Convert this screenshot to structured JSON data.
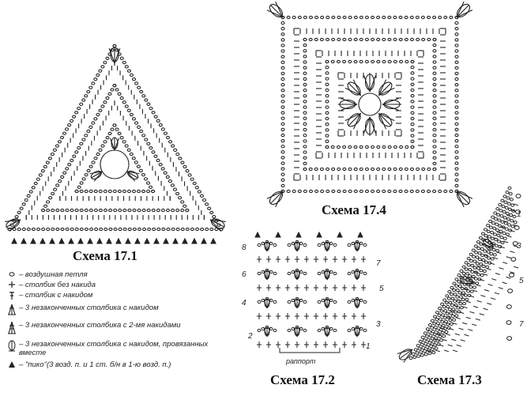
{
  "captions": {
    "s171": "Схема 17.1",
    "s172": "Схема 17.2",
    "s173": "Схема 17.3",
    "s174": "Схема 17.4"
  },
  "legend": [
    {
      "symbol": "chain-stitch",
      "text": "– воздушная петля"
    },
    {
      "symbol": "single-crochet",
      "text": "– столбик без накида"
    },
    {
      "symbol": "double-crochet",
      "text": "– столбик с накидом"
    },
    {
      "symbol": "cluster-3dc",
      "text": "– 3 незаконченных столбика с накидом"
    },
    {
      "symbol": "cluster-3tr",
      "text": "– 3 незаконченных столбика с 2-мя накидами"
    },
    {
      "symbol": "puff-3dc",
      "text": "– 3 незаконченных столбика с накидом, провязанных вместе"
    },
    {
      "symbol": "picot",
      "text": "– \"пико\"(3 возд. п. и 1 ст. б/н в 1-ю возд. п.)"
    }
  ],
  "schema172": {
    "row_numbers_left": [
      "8",
      "6",
      "4",
      "2"
    ],
    "row_numbers_right": [
      "7",
      "5",
      "3",
      "1"
    ],
    "rapport_label": "раппорт"
  },
  "schema173": {
    "row_numbers": [
      "1",
      "3",
      "5",
      "7"
    ]
  }
}
